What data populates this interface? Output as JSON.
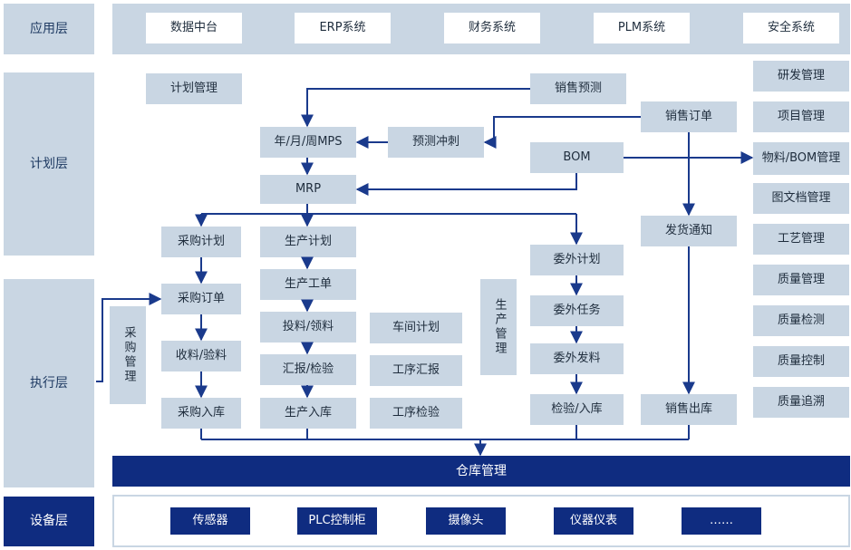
{
  "layers": {
    "app": "应用层",
    "plan": "计划层",
    "exec": "执行层",
    "device": "设备层"
  },
  "app_systems": [
    "数据中台",
    "ERP系统",
    "财务系统",
    "PLM系统",
    "安全系统"
  ],
  "plan": {
    "plan_mgmt": "计划管理",
    "sales_forecast": "销售预测",
    "sales_order": "销售订单",
    "mps": "年/月/周MPS",
    "forecast_offset": "预测冲刺",
    "bom": "BOM",
    "mrp": "MRP",
    "delivery_notice": "发货通知"
  },
  "right_column": [
    "研发管理",
    "项目管理",
    "物料/BOM管理",
    "图文档管理",
    "工艺管理",
    "质量管理",
    "质量检测",
    "质量控制",
    "质量追溯"
  ],
  "purchase": {
    "plan": "采购计划",
    "order": "采购订单",
    "receive": "收料/验料",
    "inbound": "采购入库",
    "mgmt": "采购管理"
  },
  "production": {
    "plan": "生产计划",
    "work_order": "生产工单",
    "feed": "投料/领料",
    "report": "汇报/检验",
    "inbound": "生产入库",
    "mgmt": "生产管理"
  },
  "workshop": {
    "plan": "车间计划",
    "process_report": "工序汇报",
    "process_check": "工序检验"
  },
  "outsource": {
    "plan": "委外计划",
    "task": "委外任务",
    "issue": "委外发料",
    "inbound": "检验/入库"
  },
  "sales_outbound": "销售出库",
  "warehouse": "仓库管理",
  "devices": [
    "传感器",
    "PLC控制柜",
    "摄像头",
    "仪器仪表",
    "……"
  ],
  "colors": {
    "layer_bg": "#c9d6e3",
    "dark": "#0f2c80",
    "arrow": "#1a3a8c"
  }
}
